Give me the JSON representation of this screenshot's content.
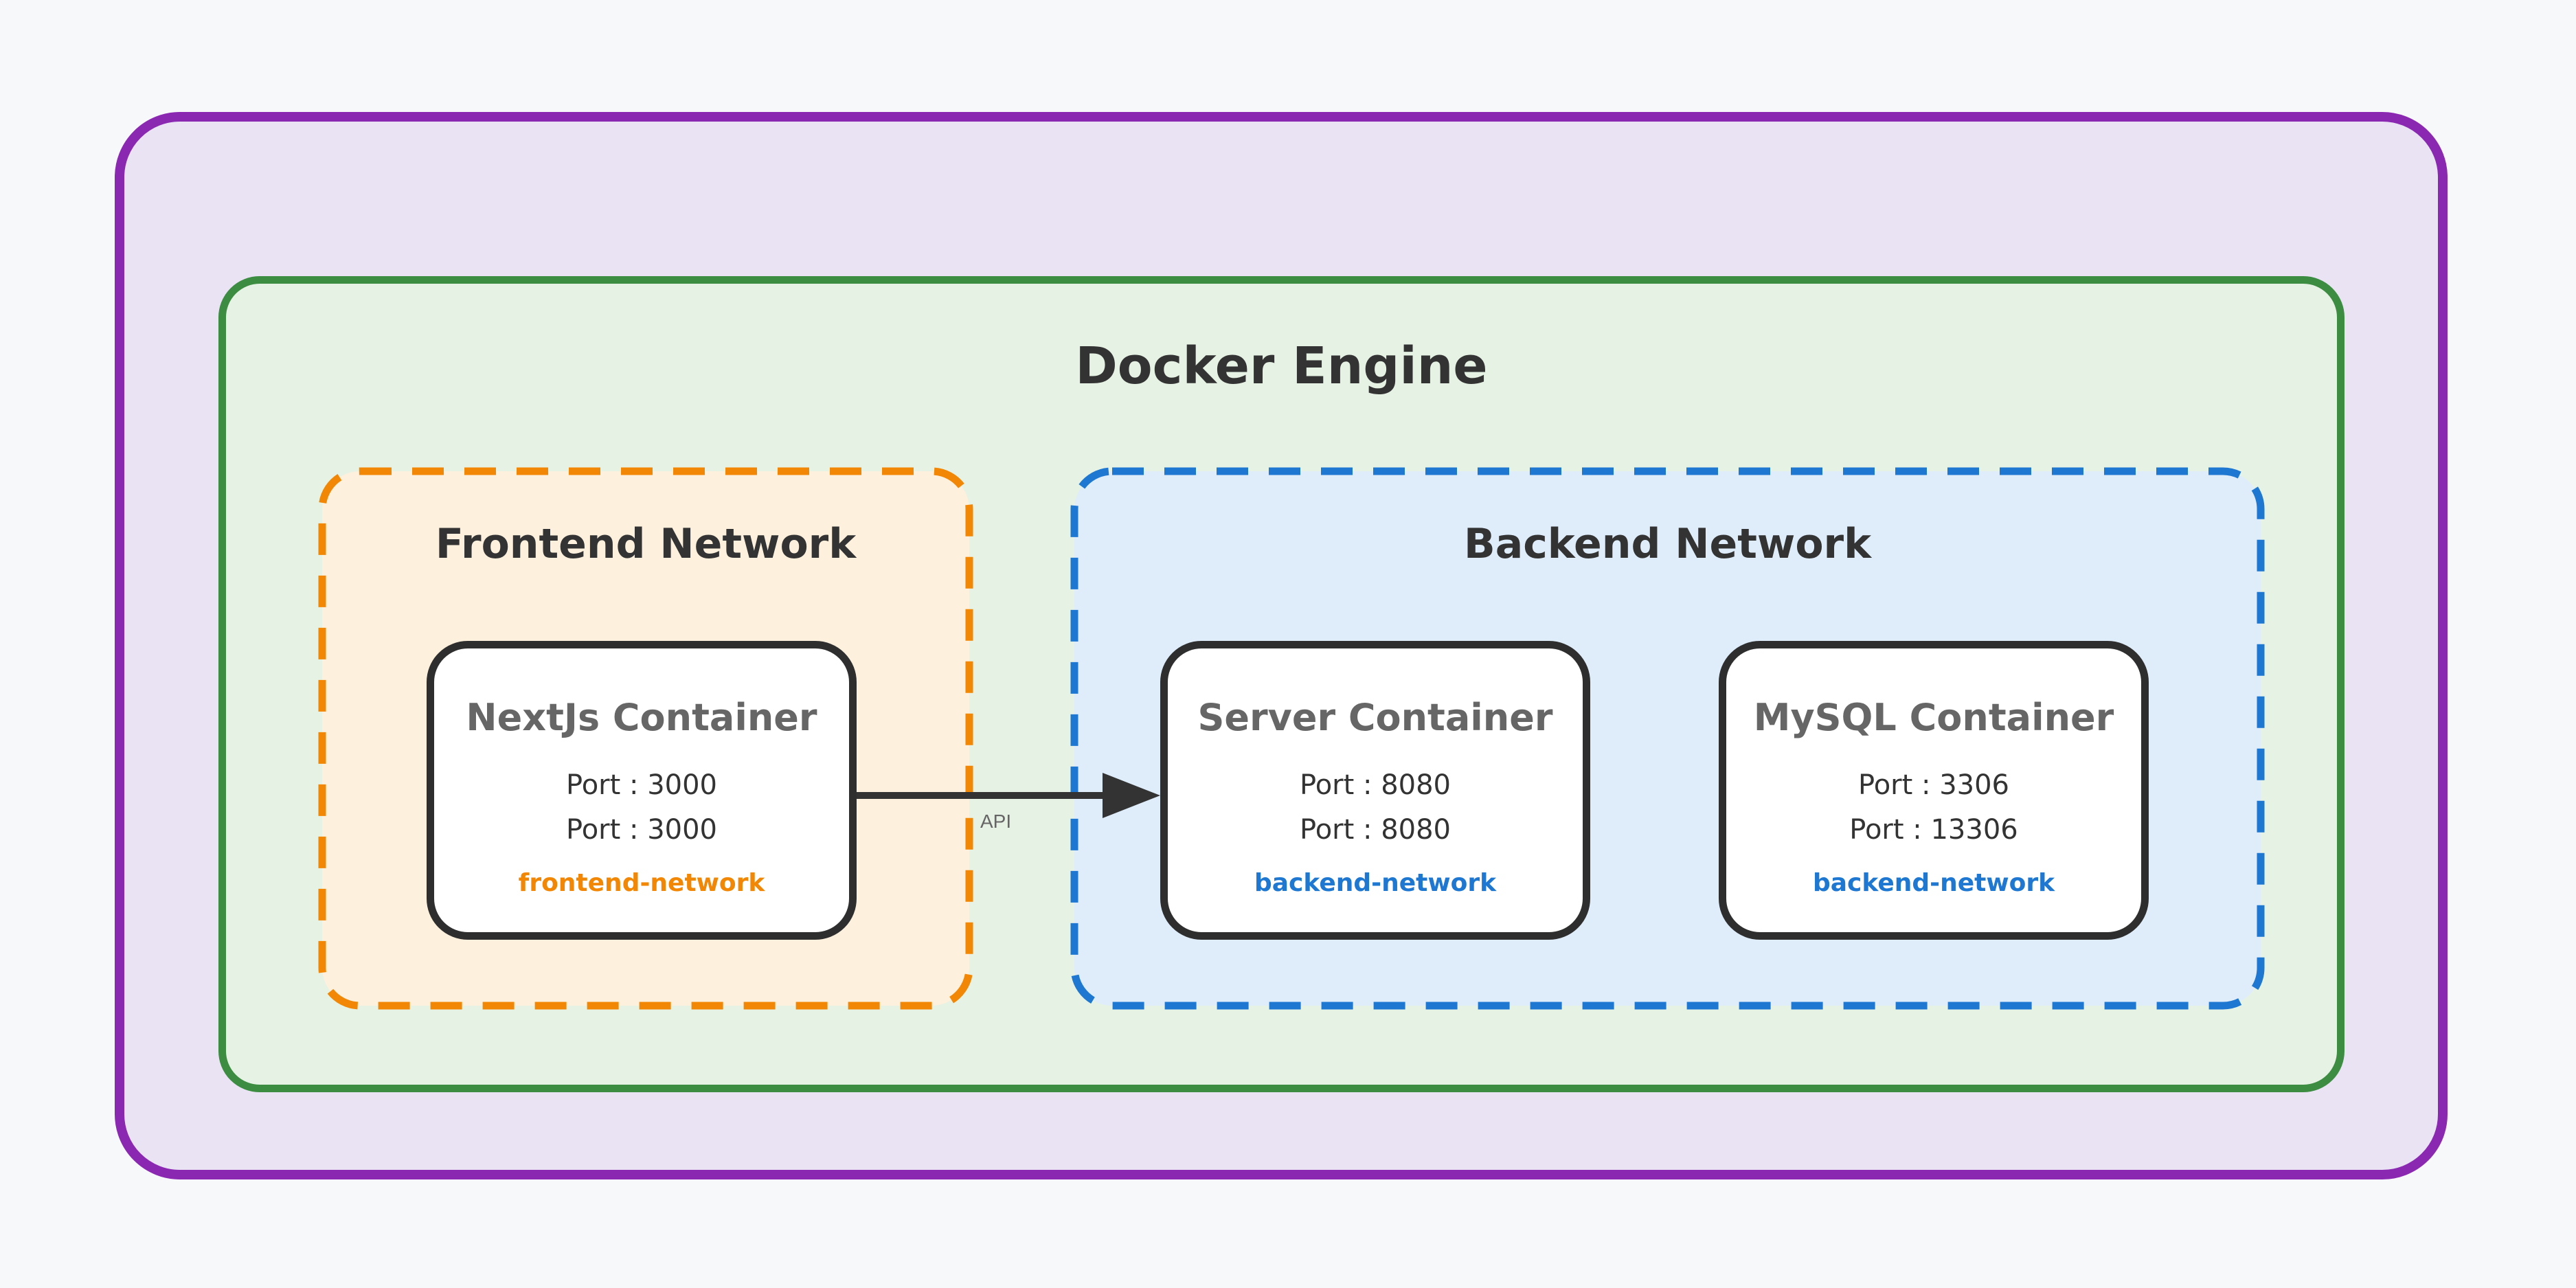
{
  "title": "Docker Engine",
  "arrow_label": "API",
  "frontend": {
    "title": "Frontend Network",
    "containers": [
      {
        "title": "NextJs Container",
        "ports": [
          "Port : 3000",
          "Port : 3000"
        ],
        "network": "frontend-network"
      }
    ]
  },
  "backend": {
    "title": "Backend Network",
    "containers": [
      {
        "title": "Server Container",
        "ports": [
          "Port : 8080",
          "Port : 8080"
        ],
        "network": "backend-network"
      },
      {
        "title": "MySQL Container",
        "ports": [
          "Port : 3306",
          "Port : 13306"
        ],
        "network": "backend-network"
      }
    ]
  },
  "colors": {
    "page_background": "#f7f8fa",
    "host_border": "#8a28b2",
    "host_fill": "#e9e3f4",
    "engine_border": "#3c8c42",
    "engine_fill": "#e6f2e4",
    "frontend_border": "#f28705",
    "frontend_fill": "#fdf0dd",
    "backend_border": "#1e78d2",
    "backend_fill": "#dfedfb",
    "container_border": "#2e2e2e",
    "container_fill": "#ffffff",
    "container_title_text": "#666666",
    "port_text": "#333333",
    "frontend_label_text": "#f28705",
    "backend_label_text": "#1e78d2",
    "arrow": "#333333"
  }
}
